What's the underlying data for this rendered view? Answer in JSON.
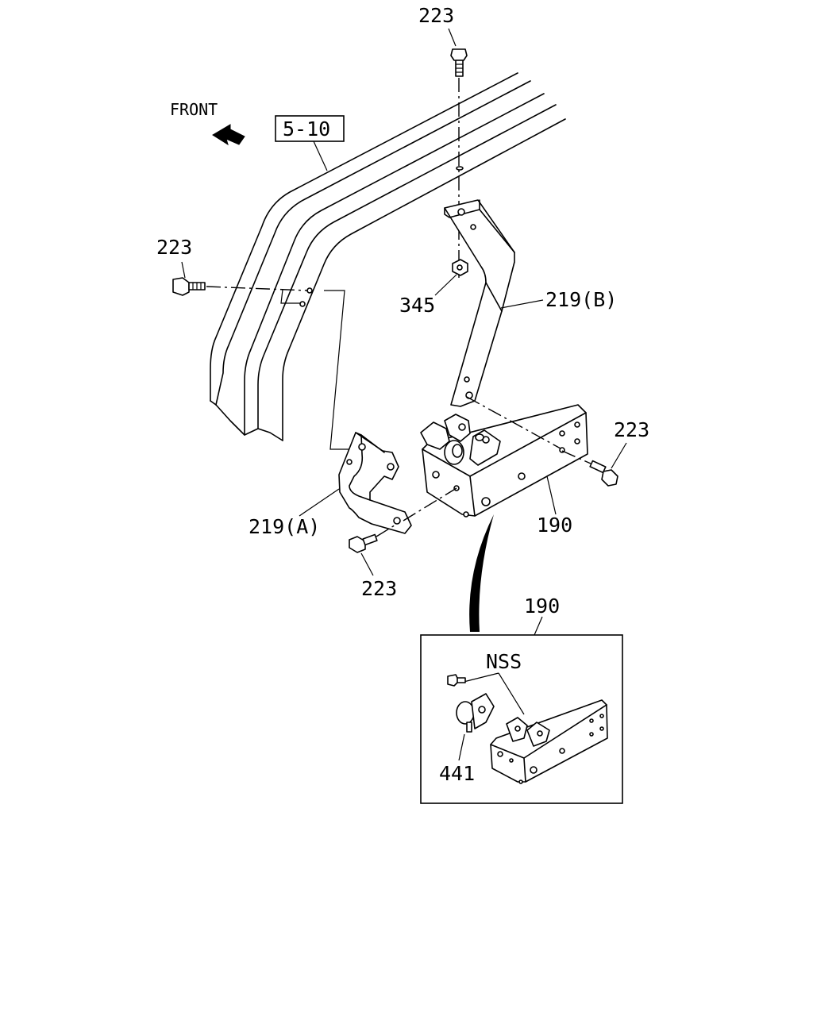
{
  "diagram": {
    "direction_label": "FRONT",
    "reference_box": "5-10",
    "callouts": {
      "bolt_top": "223",
      "bolt_left": "223",
      "bolt_right": "223",
      "bolt_bottom": "223",
      "nut": "345",
      "bracket_b": "219(B)",
      "bracket_a": "219(A)",
      "main_bracket": "190"
    },
    "detail": {
      "title": "190",
      "nss": "NSS",
      "sensor": "441"
    }
  }
}
